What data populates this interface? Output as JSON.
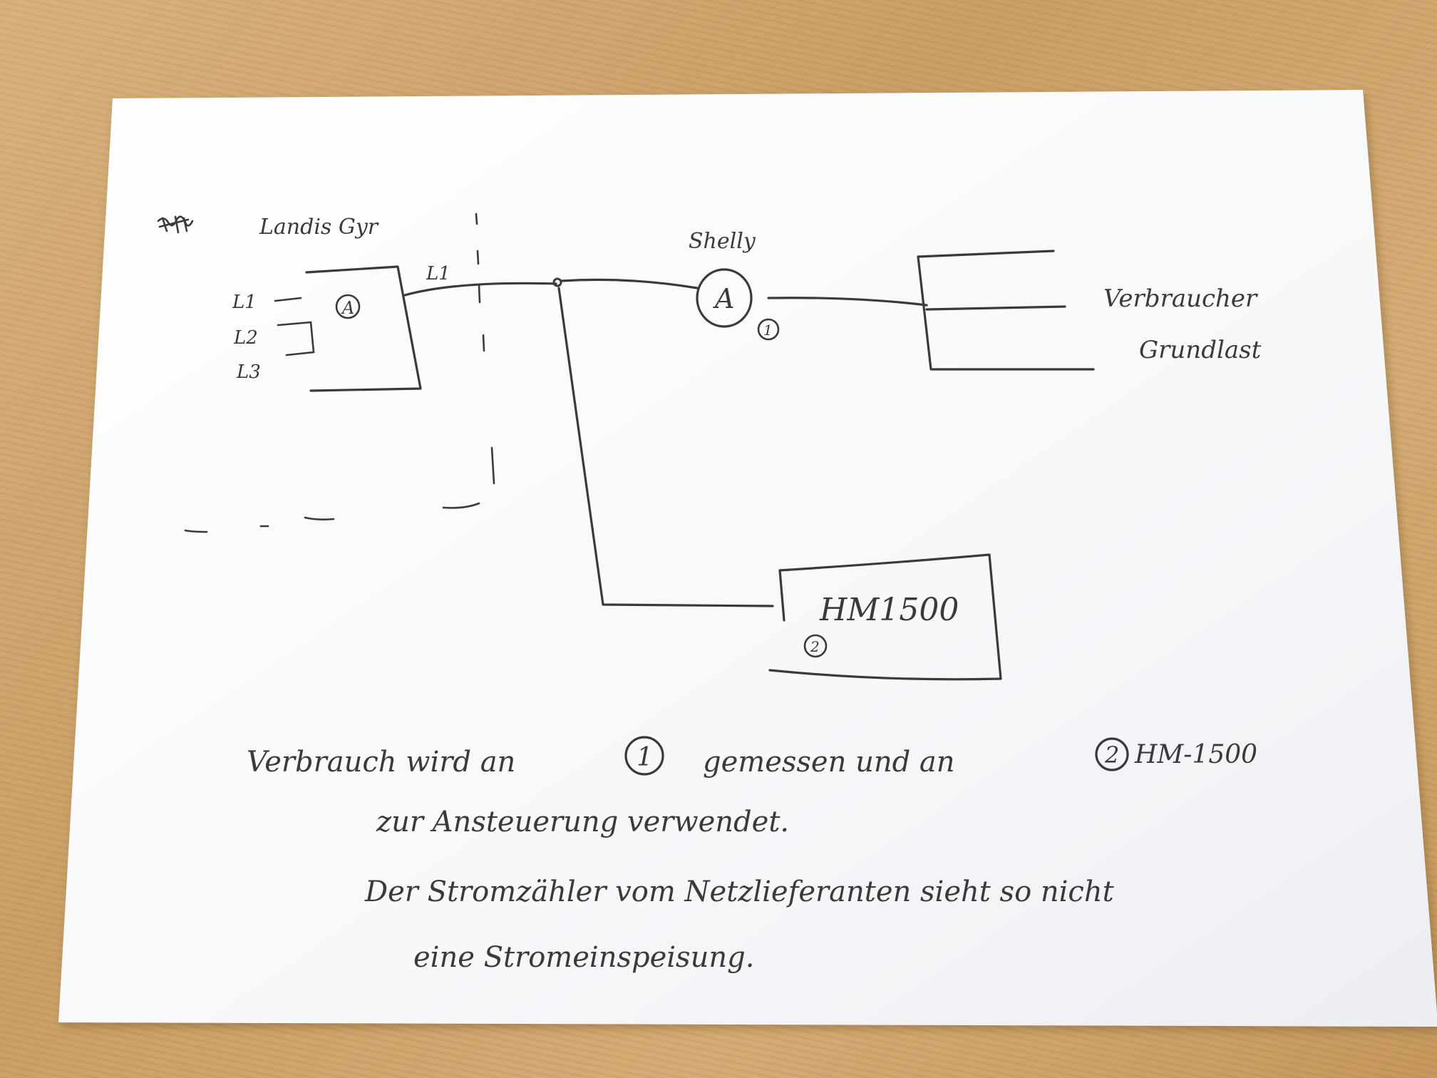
{
  "meter": {
    "label": "Landis Gyr",
    "symbol": "A",
    "phases": [
      "L1",
      "L2",
      "L3"
    ],
    "output_label": "L1"
  },
  "shelly": {
    "label": "Shelly",
    "symbol": "A",
    "marker": "1"
  },
  "consumer": {
    "line1": "Verbraucher",
    "line2": "Grundlast"
  },
  "inverter": {
    "label": "HM1500",
    "marker": "2"
  },
  "notes": {
    "line1_part1": "Verbrauch wird an",
    "line1_marker1": "1",
    "line1_part2": "gemessen und an",
    "line1_marker2": "2",
    "line1_part3": "HM-1500",
    "line2": "zur Ansteuerung verwendet.",
    "line3": "Der Stromzähler vom Netzlieferanten sieht so nicht",
    "line4": "eine Stromeinspeisung."
  },
  "colors": {
    "ink": "#3a3a3a",
    "paper": "#fbfbfc",
    "desk": "#cfa56c"
  }
}
